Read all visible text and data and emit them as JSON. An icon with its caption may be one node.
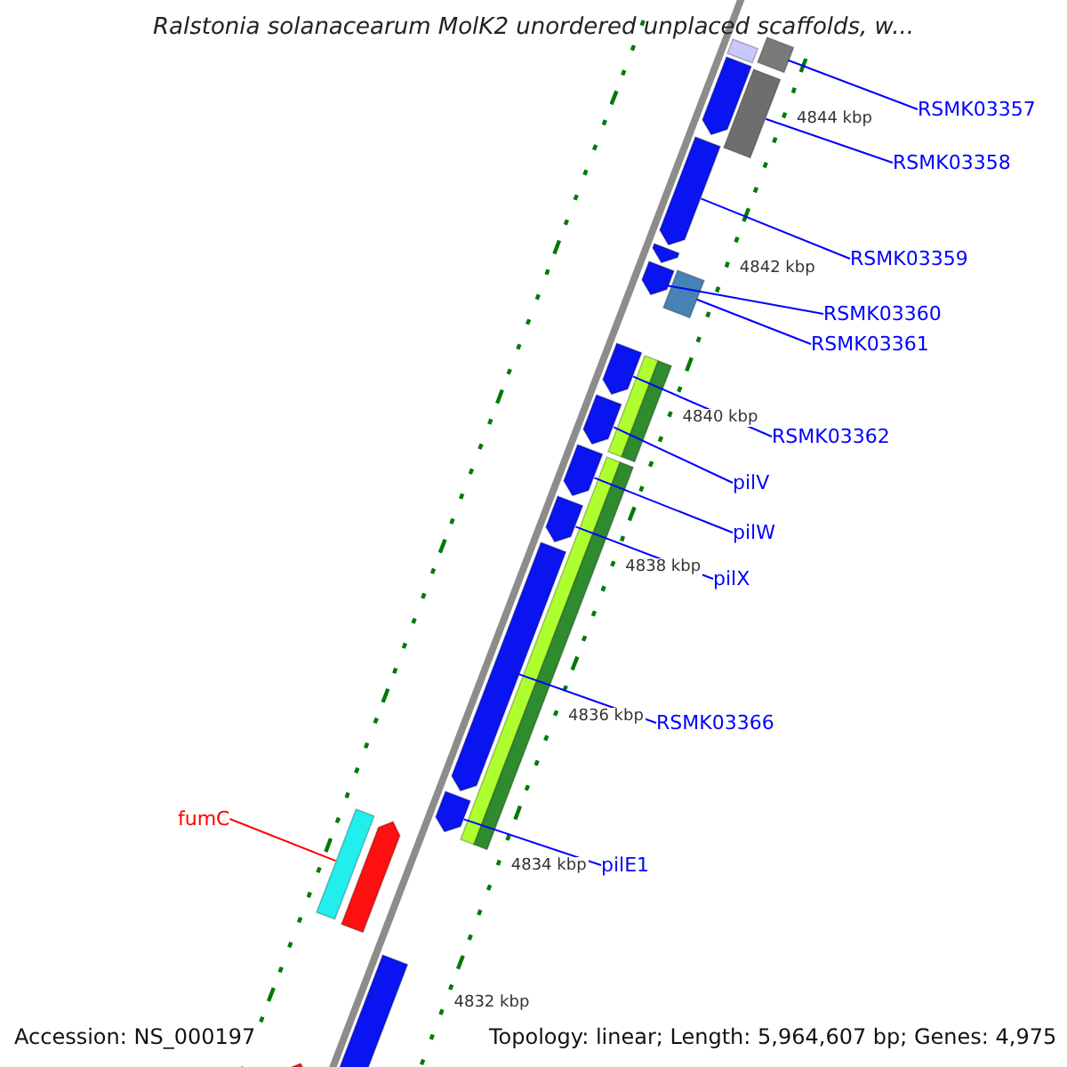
{
  "diagram": {
    "title": "Ralstonia solanacearum MolK2 unordered unplaced scaffolds, w...",
    "nodes": [
      {
        "text": [
          "RSMK03357"
        ]
      },
      {
        "text": [
          "RSMK03358"
        ]
      },
      {
        "text": [
          "RSMK03359"
        ]
      },
      {
        "text": [
          "RSMK03360"
        ]
      },
      {
        "text": [
          "RSMK03361"
        ]
      },
      {
        "text": [
          "RSMK03362"
        ]
      },
      {
        "text": [
          "pilV"
        ]
      },
      {
        "text": [
          "pilW"
        ]
      },
      {
        "text": [
          "pilX"
        ]
      },
      {
        "text": [
          "RSMK03366"
        ]
      },
      {
        "text": [
          "pilE1"
        ]
      },
      {
        "text": [
          "fumC"
        ]
      },
      {
        "text": [],
        "shape": "bar"
      },
      {
        "text": [],
        "shape": "bar"
      },
      {
        "text": [],
        "shape": "pentagon"
      },
      {
        "text": [],
        "shape": "pentagon"
      },
      {
        "text": [],
        "shape": "bar"
      },
      {
        "text": [],
        "shape": "pentagon"
      },
      {
        "text": [],
        "shape": "pentagon"
      },
      {
        "text": [],
        "shape": "pentagon"
      },
      {
        "text": [],
        "shape": "pentagon"
      },
      {
        "text": [],
        "shape": "pentagon"
      },
      {
        "text": [],
        "shape": "pentagon"
      },
      {
        "text": [],
        "shape": "bar"
      }
    ],
    "edges": [
      {
        "from": 0,
        "to": 12,
        "arrow": "none"
      },
      {
        "from": 1,
        "to": 13,
        "arrow": "none"
      },
      {
        "from": 2,
        "to": 14,
        "arrow": "none"
      },
      {
        "from": 3,
        "to": 15,
        "arrow": "none"
      },
      {
        "from": 4,
        "to": 16,
        "arrow": "none"
      },
      {
        "from": 5,
        "to": 17,
        "arrow": "none"
      },
      {
        "from": 6,
        "to": 18,
        "arrow": "none"
      },
      {
        "from": 7,
        "to": 19,
        "arrow": "none"
      },
      {
        "from": 8,
        "to": 20,
        "arrow": "none"
      },
      {
        "from": 9,
        "to": 21,
        "arrow": "none"
      },
      {
        "from": 10,
        "to": 22,
        "arrow": "none"
      },
      {
        "from": 11,
        "to": 23,
        "arrow": "none",
        "color": "#ff0000"
      }
    ],
    "labels": [
      "4844 kbp",
      "4842 kbp",
      "4840 kbp",
      "4838 kbp",
      "4836 kbp",
      "4834 kbp",
      "4832 kbp",
      "Accession: NS_000197",
      "Topology: linear; Length: 5,964,607 bp; Genes: 4,975"
    ]
  }
}
